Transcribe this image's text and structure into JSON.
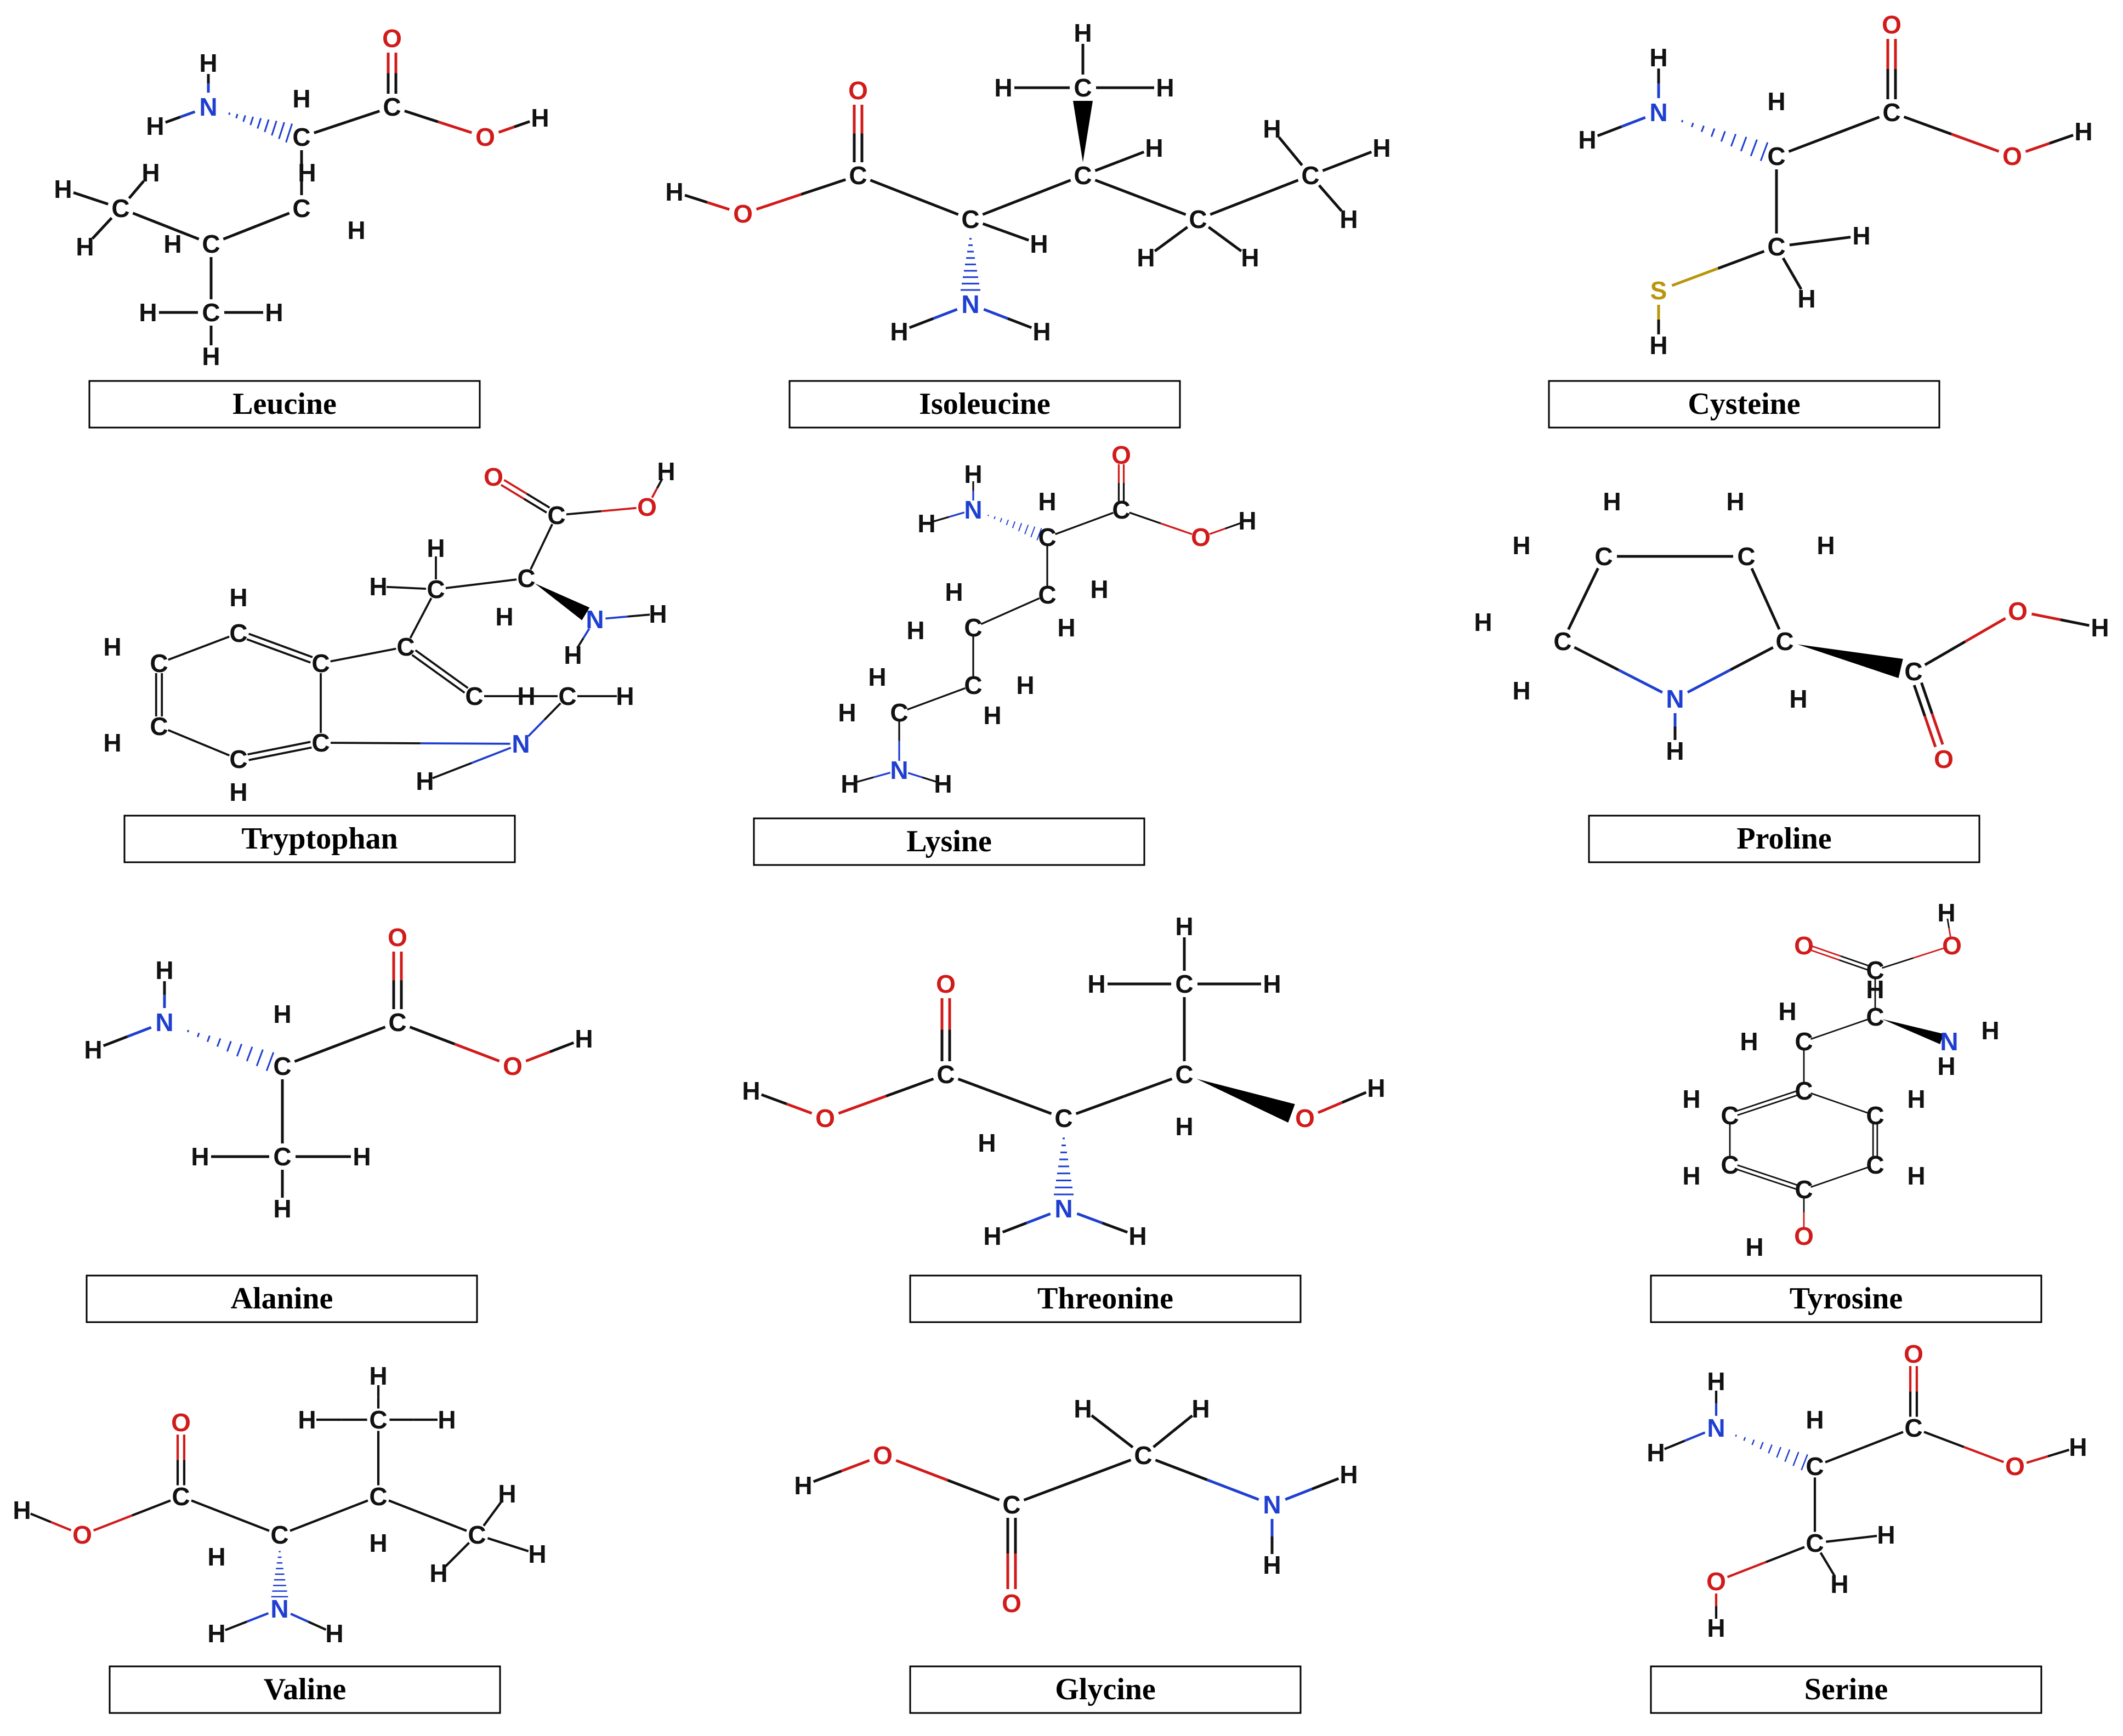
{
  "colors": {
    "carbon": "#111111",
    "hydrogen": "#111111",
    "oxygen": "#d11a1a",
    "nitrogen": "#1f3fd0",
    "sulfur": "#b8960b"
  },
  "molecules": [
    {
      "id": "leucine",
      "name": "Leucine",
      "atoms": [
        [
          "N",
          "N"
        ],
        [
          "Cα",
          "C"
        ],
        [
          "C",
          "C"
        ],
        [
          "O1",
          "O"
        ],
        [
          "O2",
          "O"
        ],
        [
          "Cb",
          "C"
        ],
        [
          "Cg",
          "C"
        ],
        [
          "Cd1",
          "C"
        ],
        [
          "Cd2",
          "C"
        ],
        [
          "HN1",
          "H"
        ],
        [
          "HN2",
          "H"
        ],
        [
          "HCa",
          "H"
        ],
        [
          "HO",
          "H"
        ],
        [
          "Hb1",
          "H"
        ],
        [
          "Hb2",
          "H"
        ],
        [
          "Hg",
          "H"
        ],
        [
          "Hd1a",
          "H"
        ],
        [
          "Hd1b",
          "H"
        ],
        [
          "Hd1c",
          "H"
        ],
        [
          "Hd2a",
          "H"
        ],
        [
          "Hd2b",
          "H"
        ],
        [
          "Hd2c",
          "H"
        ]
      ]
    },
    {
      "id": "isoleucine",
      "name": "Isoleucine",
      "atoms": [
        [
          "C",
          "C"
        ],
        [
          "O1",
          "O"
        ],
        [
          "O2",
          "O"
        ],
        [
          "Cα",
          "C"
        ],
        [
          "N",
          "N"
        ],
        [
          "Cb",
          "C"
        ],
        [
          "Cm",
          "C"
        ],
        [
          "Cg",
          "C"
        ],
        [
          "Cd",
          "C"
        ],
        [
          "H",
          "H"
        ]
      ]
    },
    {
      "id": "cysteine",
      "name": "Cysteine",
      "atoms": [
        [
          "N",
          "N"
        ],
        [
          "Cα",
          "C"
        ],
        [
          "C",
          "C"
        ],
        [
          "O1",
          "O"
        ],
        [
          "O2",
          "O"
        ],
        [
          "Cb",
          "C"
        ],
        [
          "S",
          "S"
        ],
        [
          "H",
          "H"
        ]
      ]
    },
    {
      "id": "tryptophan",
      "name": "Tryptophan",
      "atoms": [
        [
          "C",
          "C"
        ],
        [
          "O",
          "O"
        ],
        [
          "N",
          "N"
        ],
        [
          "H",
          "H"
        ]
      ]
    },
    {
      "id": "lysine",
      "name": "Lysine",
      "atoms": [
        [
          "C",
          "C"
        ],
        [
          "O",
          "O"
        ],
        [
          "N",
          "N"
        ],
        [
          "H",
          "H"
        ]
      ]
    },
    {
      "id": "proline",
      "name": "Proline",
      "atoms": [
        [
          "C",
          "C"
        ],
        [
          "O",
          "O"
        ],
        [
          "N",
          "N"
        ],
        [
          "H",
          "H"
        ]
      ]
    },
    {
      "id": "alanine",
      "name": "Alanine",
      "atoms": [
        [
          "C",
          "C"
        ],
        [
          "O",
          "O"
        ],
        [
          "N",
          "N"
        ],
        [
          "H",
          "H"
        ]
      ]
    },
    {
      "id": "threonine",
      "name": "Threonine",
      "atoms": [
        [
          "C",
          "C"
        ],
        [
          "O",
          "O"
        ],
        [
          "N",
          "N"
        ],
        [
          "H",
          "H"
        ]
      ]
    },
    {
      "id": "tyrosine",
      "name": "Tyrosine",
      "atoms": [
        [
          "C",
          "C"
        ],
        [
          "O",
          "O"
        ],
        [
          "N",
          "N"
        ],
        [
          "H",
          "H"
        ]
      ]
    },
    {
      "id": "valine",
      "name": "Valine",
      "atoms": [
        [
          "C",
          "C"
        ],
        [
          "O",
          "O"
        ],
        [
          "N",
          "N"
        ],
        [
          "H",
          "H"
        ]
      ]
    },
    {
      "id": "glycine",
      "name": "Glycine",
      "atoms": [
        [
          "C",
          "C"
        ],
        [
          "O",
          "O"
        ],
        [
          "N",
          "N"
        ],
        [
          "H",
          "H"
        ]
      ]
    },
    {
      "id": "serine",
      "name": "Serine",
      "atoms": [
        [
          "C",
          "C"
        ],
        [
          "O",
          "O"
        ],
        [
          "N",
          "N"
        ],
        [
          "H",
          "H"
        ]
      ]
    }
  ]
}
